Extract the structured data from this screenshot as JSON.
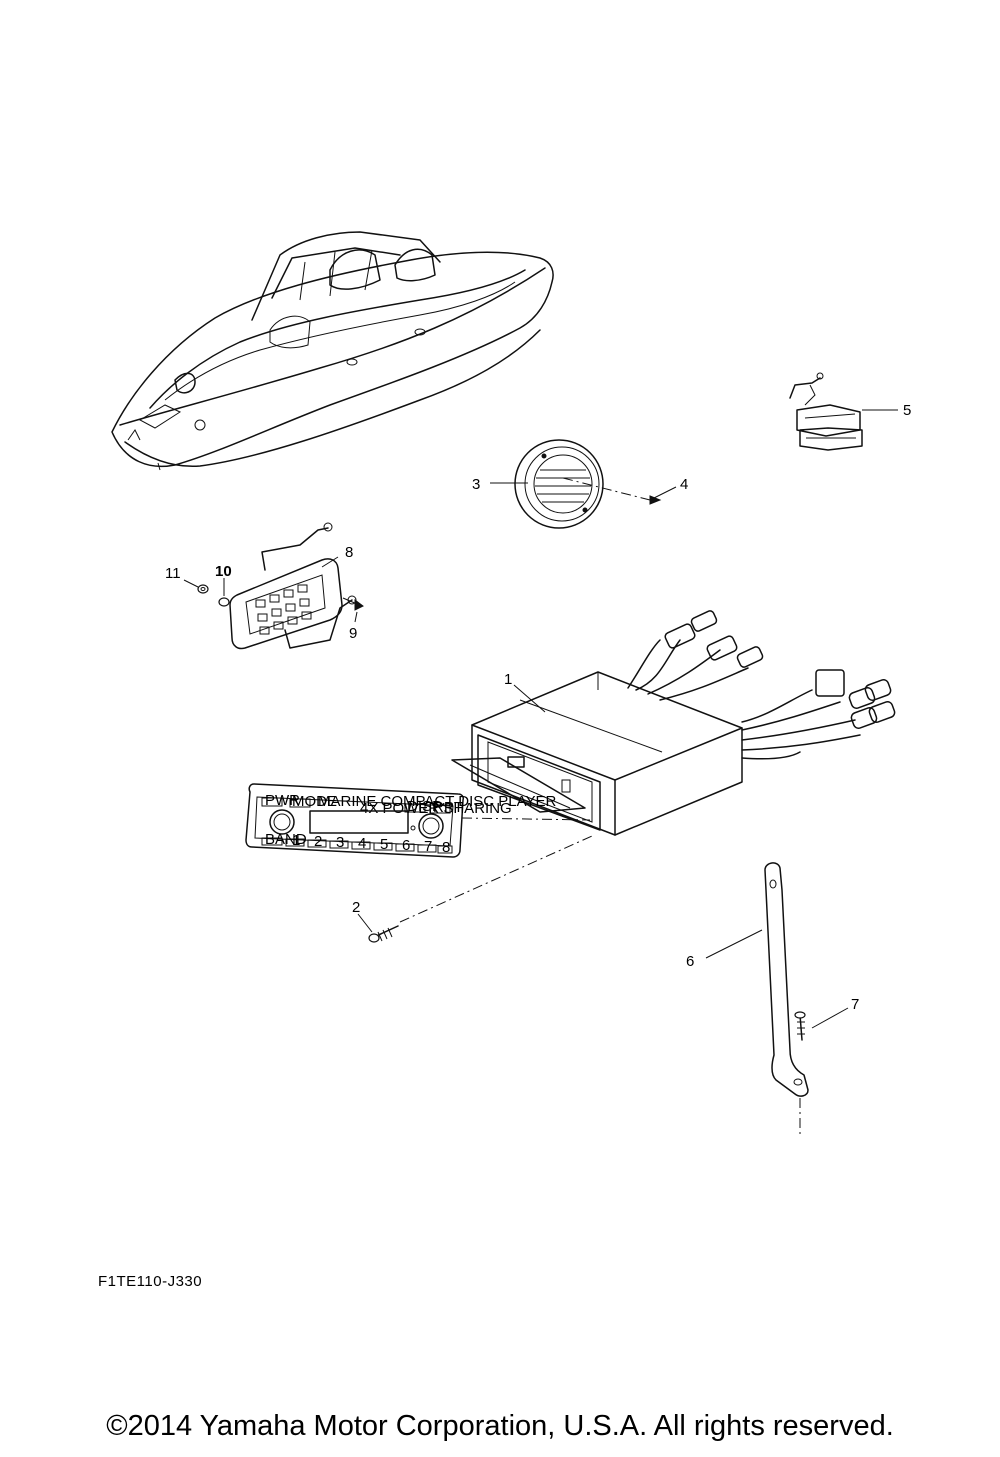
{
  "diagram": {
    "catalog_code": "F1TE110-J330",
    "copyright": "©2014 Yamaha Motor Corporation, U.S.A. All rights reserved.",
    "callouts": [
      {
        "id": "1",
        "text": "1"
      },
      {
        "id": "2",
        "text": "2"
      },
      {
        "id": "3",
        "text": "3"
      },
      {
        "id": "4",
        "text": "4"
      },
      {
        "id": "5",
        "text": "5"
      },
      {
        "id": "6",
        "text": "6"
      },
      {
        "id": "7",
        "text": "7"
      },
      {
        "id": "8",
        "text": "8"
      },
      {
        "id": "9",
        "text": "9"
      },
      {
        "id": "10",
        "text": "10"
      },
      {
        "id": "11",
        "text": "11"
      }
    ],
    "stereo_faceplate": {
      "buttons_top": [
        "PWR",
        "MODE",
        "DISP",
        "RPT"
      ],
      "title": "MARINE COMPACT DISC PLAYER",
      "subtitle": "4X POWER SHARING",
      "buttons_bottom": [
        "BAND",
        "1",
        "2",
        "3",
        "4",
        "5",
        "6",
        "7",
        "8"
      ]
    }
  }
}
